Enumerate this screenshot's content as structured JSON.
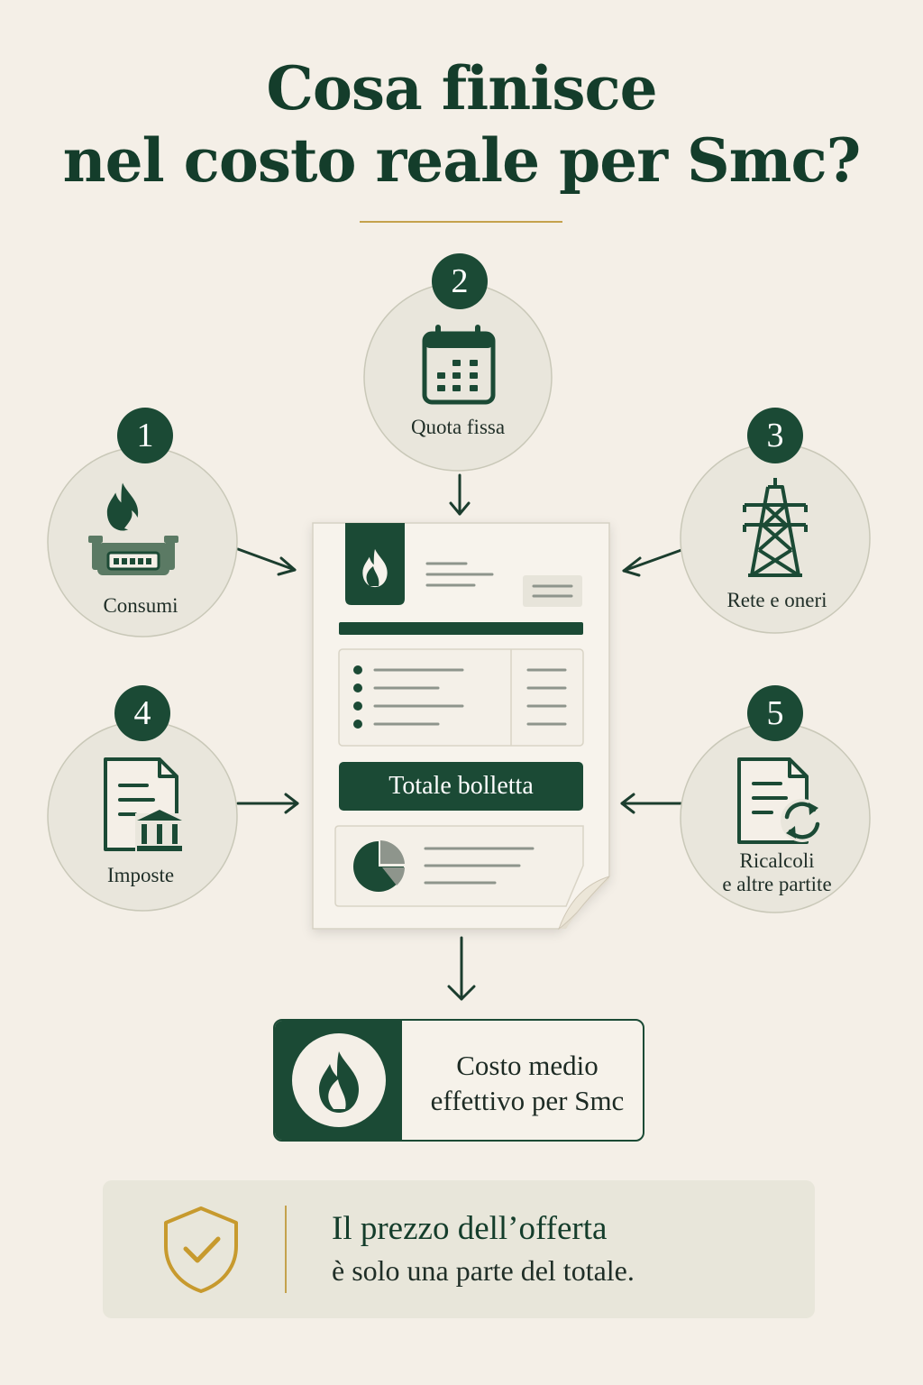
{
  "title": {
    "line1": "Cosa finisce",
    "line2": "nel costo reale per Smc?"
  },
  "components": [
    {
      "number": "1",
      "label": "Consumi",
      "icon": "gas-meter-flame-icon"
    },
    {
      "number": "2",
      "label": "Quota fissa",
      "icon": "calendar-icon"
    },
    {
      "number": "3",
      "label": "Rete e oneri",
      "icon": "power-pylon-icon"
    },
    {
      "number": "4",
      "label": "Imposte",
      "icon": "tax-document-icon"
    },
    {
      "number": "5",
      "label_line1": "Ricalcoli",
      "label_line2": "e altre partite",
      "icon": "document-refresh-icon"
    }
  ],
  "bill": {
    "total_label": "Totale bolletta"
  },
  "result": {
    "line1": "Costo medio",
    "line2": "effettivo per Smc",
    "icon": "flame-icon"
  },
  "note": {
    "line1": "Il prezzo dell’offerta",
    "line2": "è solo una parte del totale.",
    "icon": "shield-check-icon"
  },
  "colors": {
    "primary": "#1b4a35",
    "accent": "#c4a24d",
    "background": "#f4efe7",
    "circle_fill": "#e9e6dc"
  }
}
